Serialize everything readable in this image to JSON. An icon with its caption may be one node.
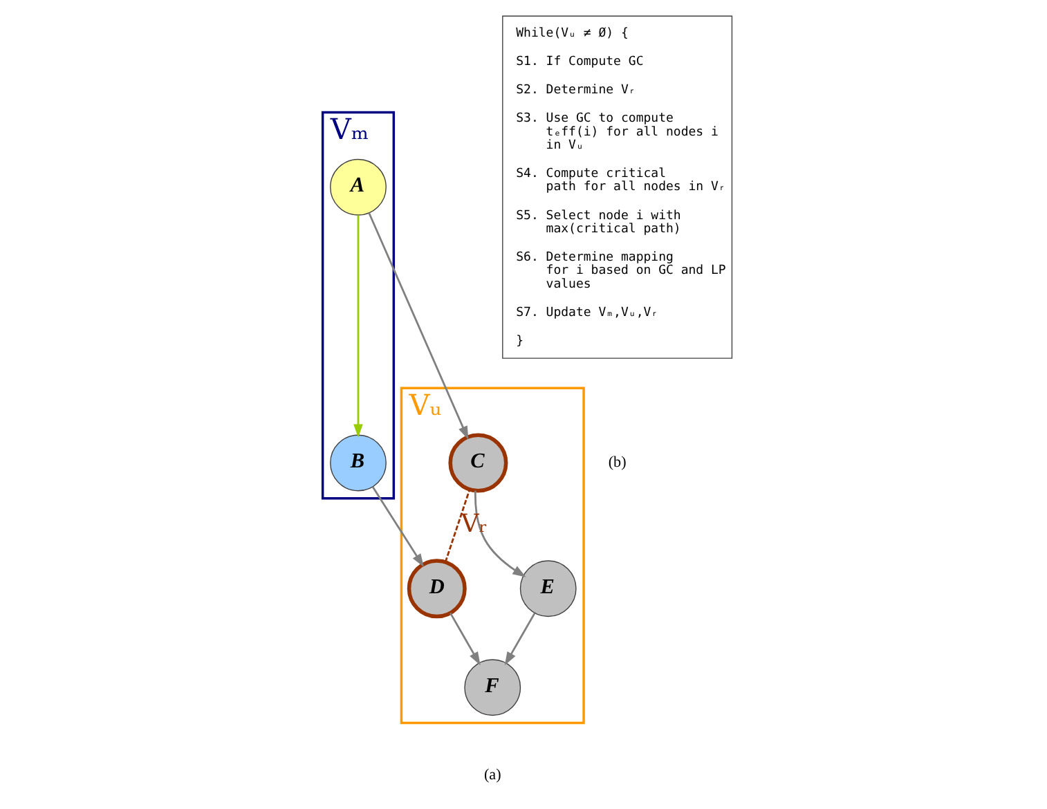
{
  "diagram": {
    "nodes": [
      {
        "text": [
          "Vₘ"
        ]
      },
      {
        "text": [
          "A"
        ],
        "in": 0
      },
      {
        "text": [
          "B"
        ],
        "in": 0
      },
      {
        "text": [
          "Vᵤ"
        ]
      },
      {
        "text": [
          "C"
        ],
        "in": 3
      },
      {
        "text": [
          "D"
        ],
        "in": 3
      },
      {
        "text": [
          "E"
        ],
        "in": 3
      },
      {
        "text": [
          "F"
        ],
        "in": 3
      },
      {
        "text": [
          "While(Vᵤ ≠ Ø) {",
          "S1. If Compute GC",
          "S2. Determine Vᵣ",
          "S3. Use GC to compute tₑff(i) for all nodes i in Vᵤ",
          "S4. Compute critical path for all nodes in Vᵣ",
          "S5. Select node i with max(critical path)",
          "S6. Determine mapping for i based on GC and LP values",
          "S7. Update Vₘ,Vᵤ,Vᵣ",
          "}"
        ]
      }
    ],
    "edges": [
      {
        "from": 1,
        "to": 2,
        "arrow": "to",
        "color": "#99cc00"
      },
      {
        "from": 1,
        "to": 4,
        "arrow": "to"
      },
      {
        "from": 2,
        "to": 5,
        "arrow": "to"
      },
      {
        "from": 4,
        "to": 6,
        "arrow": "to"
      },
      {
        "from": 5,
        "to": 7,
        "arrow": "to"
      },
      {
        "from": 6,
        "to": 7,
        "arrow": "to"
      },
      {
        "from": 5,
        "to": 4,
        "arrow": "none",
        "style": "dashed",
        "color": "#993300",
        "label": "Vᵣ"
      }
    ],
    "labels": [
      "(a)",
      "(b)"
    ]
  }
}
